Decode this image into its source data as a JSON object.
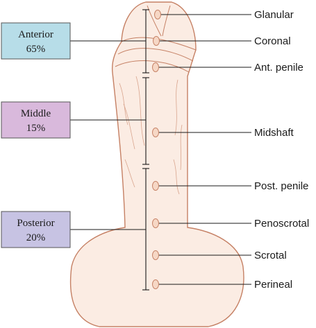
{
  "regions": [
    {
      "name": "Anterior",
      "percent": "65%",
      "fill": "#b7dde8"
    },
    {
      "name": "Middle",
      "percent": "15%",
      "fill": "#d9b9dc"
    },
    {
      "name": "Posterior",
      "percent": "20%",
      "fill": "#c7c3e3"
    }
  ],
  "sites": [
    {
      "label": "Glanular"
    },
    {
      "label": "Coronal"
    },
    {
      "label": "Ant. penile"
    },
    {
      "label": "Midshaft"
    },
    {
      "label": "Post. penile"
    },
    {
      "label": "Penoscrotal"
    },
    {
      "label": "Scrotal"
    },
    {
      "label": "Perineal"
    }
  ],
  "colors": {
    "skin": "#fbece3",
    "outline": "#c58064",
    "marker": "#f6d7c5",
    "line": "#1a1a1a"
  }
}
